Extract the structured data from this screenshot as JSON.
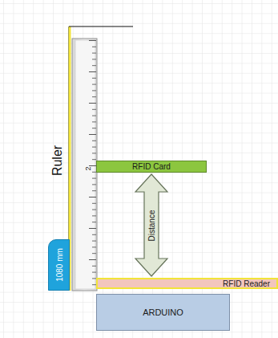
{
  "diagram": {
    "nodes": [
      {
        "text": [
          "Ruler",
          "2"
        ]
      },
      {
        "text": [
          "RFID Card"
        ]
      },
      {
        "text": [
          "1080 mm"
        ]
      },
      {
        "text": [
          "RFID Reader"
        ]
      },
      {
        "text": [
          "ARDUINO"
        ]
      }
    ],
    "edges": [
      {
        "from": 1,
        "to": 3,
        "arrow": "both",
        "label": "Distance"
      }
    ]
  }
}
